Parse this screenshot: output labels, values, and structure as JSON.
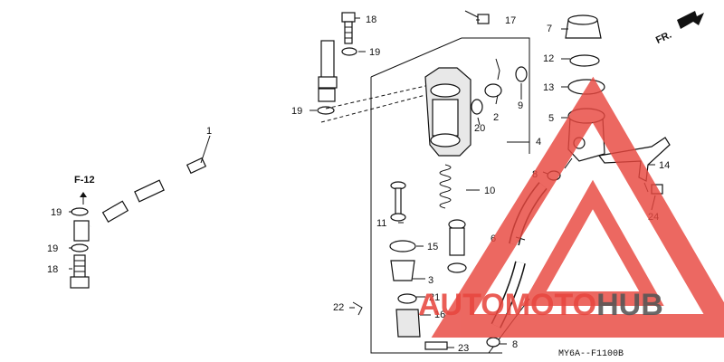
{
  "diagram": {
    "direction_label": "FR.",
    "reference_label": "F-12",
    "figure_code": "MY6A--F1100B",
    "callouts": [
      "1",
      "2",
      "3",
      "4",
      "5",
      "6",
      "7",
      "8",
      "9",
      "10",
      "11",
      "12",
      "13",
      "14",
      "15",
      "16",
      "17",
      "18",
      "19",
      "20",
      "21",
      "22",
      "23",
      "24"
    ]
  },
  "watermark": {
    "word_part1": "AUTO",
    "word_part2": "MOTO",
    "word_part3": "HUB",
    "color_primary": "#e8473f",
    "color_secondary": "#555555"
  }
}
